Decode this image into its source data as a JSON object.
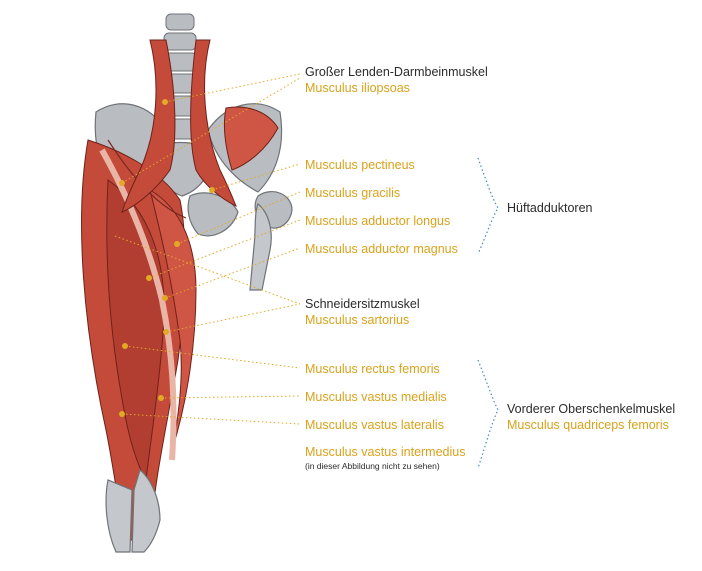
{
  "colors": {
    "latin_label": "#d9a21b",
    "german_label": "#2b2b2b",
    "leader_line": "#e1a924",
    "bracket": "#4a86c8",
    "muscle": "#c44a3a",
    "bone": "#b9bdc1"
  },
  "labels": {
    "iliopsoas": {
      "german": "Großer Lenden-Darmbeinmuskel",
      "latin": "Musculus iliopsoas"
    },
    "pectineus": "Musculus pectineus",
    "gracilis": "Musculus gracilis",
    "adductor_longus": "Musculus adductor longus",
    "adductor_magnus": "Musculus adductor magnus",
    "sartorius": {
      "german": "Schneidersitzmuskel",
      "latin": "Musculus sartorius"
    },
    "rectus_femoris": "Musculus rectus femoris",
    "vastus_medialis": "Musculus vastus medialis",
    "vastus_lateralis": "Musculus vastus lateralis",
    "vastus_intermedius": "Musculus vastus intermedius",
    "vastus_intermedius_note": "(in dieser Abbildung nicht zu sehen)"
  },
  "groups": {
    "hip_adductors": {
      "title": "Hüftadduktoren"
    },
    "quadriceps": {
      "german": "Vorderer Oberschenkelmuskel",
      "latin": "Musculus quadriceps femoris"
    }
  }
}
